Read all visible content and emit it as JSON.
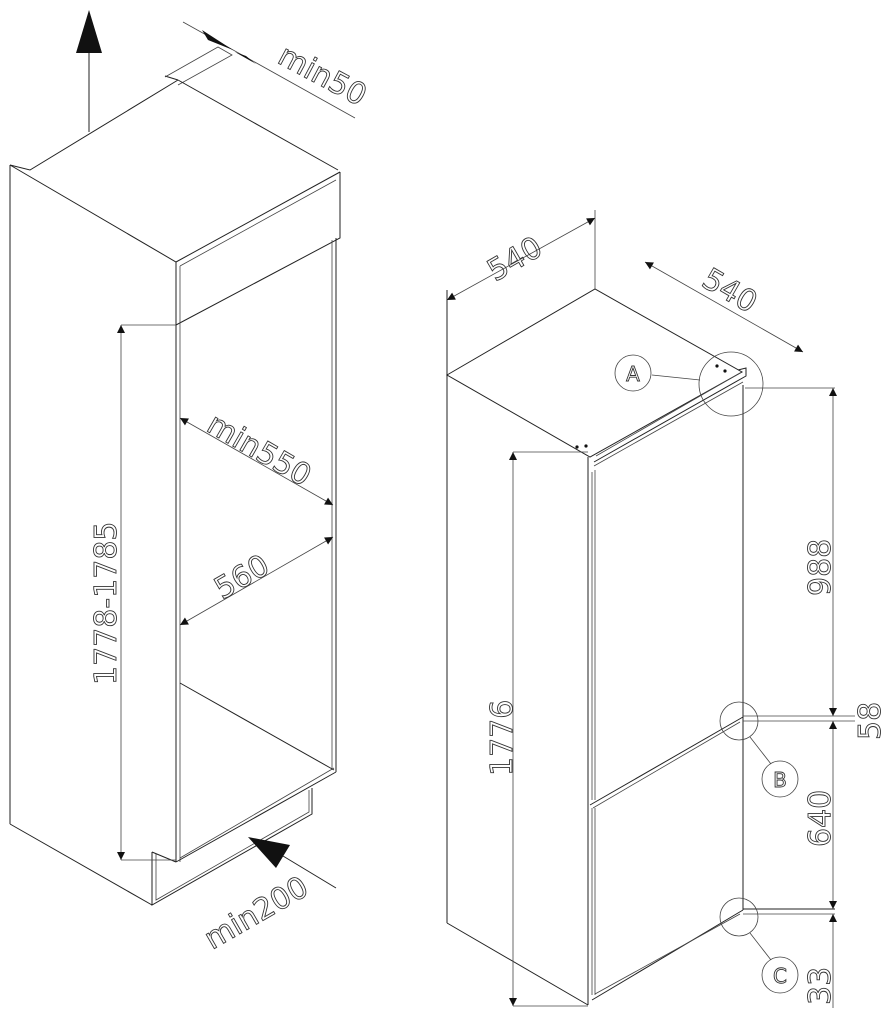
{
  "left_drawing": {
    "clearance_top": "min50",
    "niche_height": "1778-1785",
    "niche_depth": "min550",
    "niche_width": "560",
    "clearance_bottom": "min200",
    "airflow_arrow_icons": [
      "arrow-up-icon",
      "arrow-in-icon"
    ]
  },
  "right_drawing": {
    "width": "540",
    "depth": "540",
    "height": "1776",
    "upper_door": "988",
    "gap": "58",
    "lower_door": "640",
    "bottom": "33",
    "detail_labels": [
      "A",
      "B",
      "C"
    ]
  }
}
